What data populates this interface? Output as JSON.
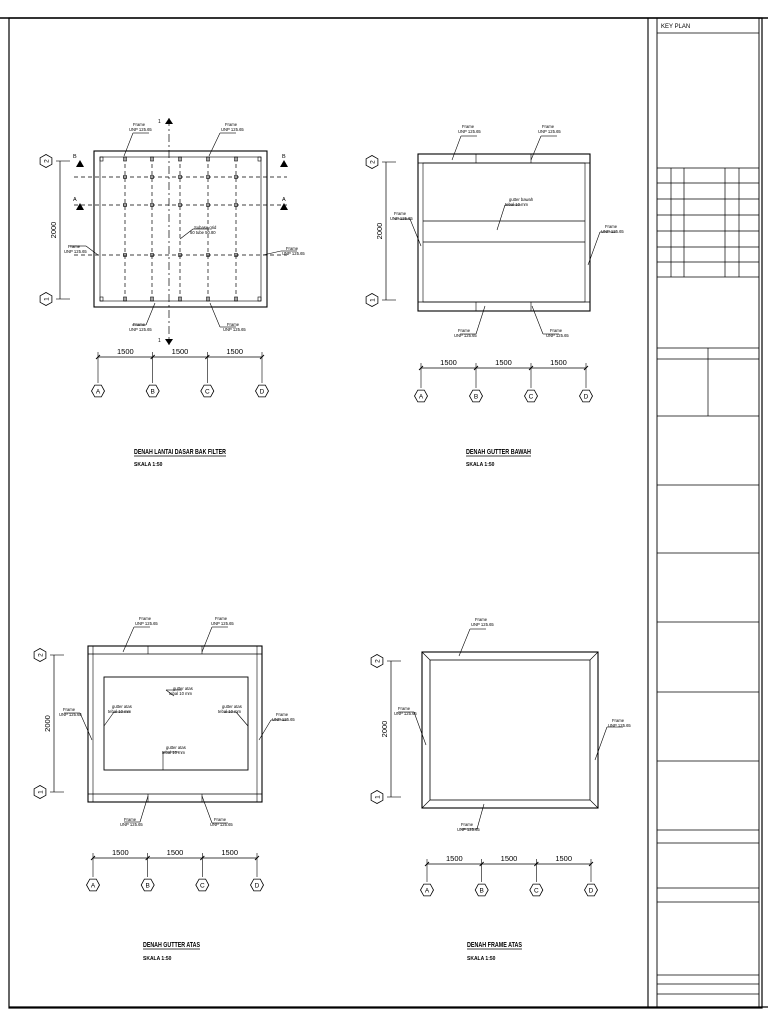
{
  "sheet": {
    "key_plan_label": "KEY PLAN"
  },
  "dims": {
    "span": "1500",
    "height": "2000"
  },
  "grid": {
    "columns": [
      "A",
      "B",
      "C",
      "D"
    ],
    "rows": [
      "1",
      "2"
    ]
  },
  "callouts": {
    "frame_title": "Frame",
    "frame_spec": "UNP 125.65",
    "subase_title": "Subase grid",
    "subase_spec": "50 tube 50.80",
    "gutter_bawah_title": "gutter bawah",
    "gutter_atas_title": "gutter atas",
    "gutter_thickness": "tebal 10 mm"
  },
  "markers": {
    "section_b": "B",
    "section_a": "A",
    "section_1": "1"
  },
  "plans": [
    {
      "title": "DENAH LANTAI DASAR BAK FILTER",
      "scale": "SKALA 1:50"
    },
    {
      "title": "DENAH GUTTER BAWAH",
      "scale": "SKALA 1:50"
    },
    {
      "title": "DENAH GUTTER ATAS",
      "scale": "SKALA 1:50"
    },
    {
      "title": "DENAH FRAME ATAS",
      "scale": "SKALA 1:50"
    }
  ]
}
